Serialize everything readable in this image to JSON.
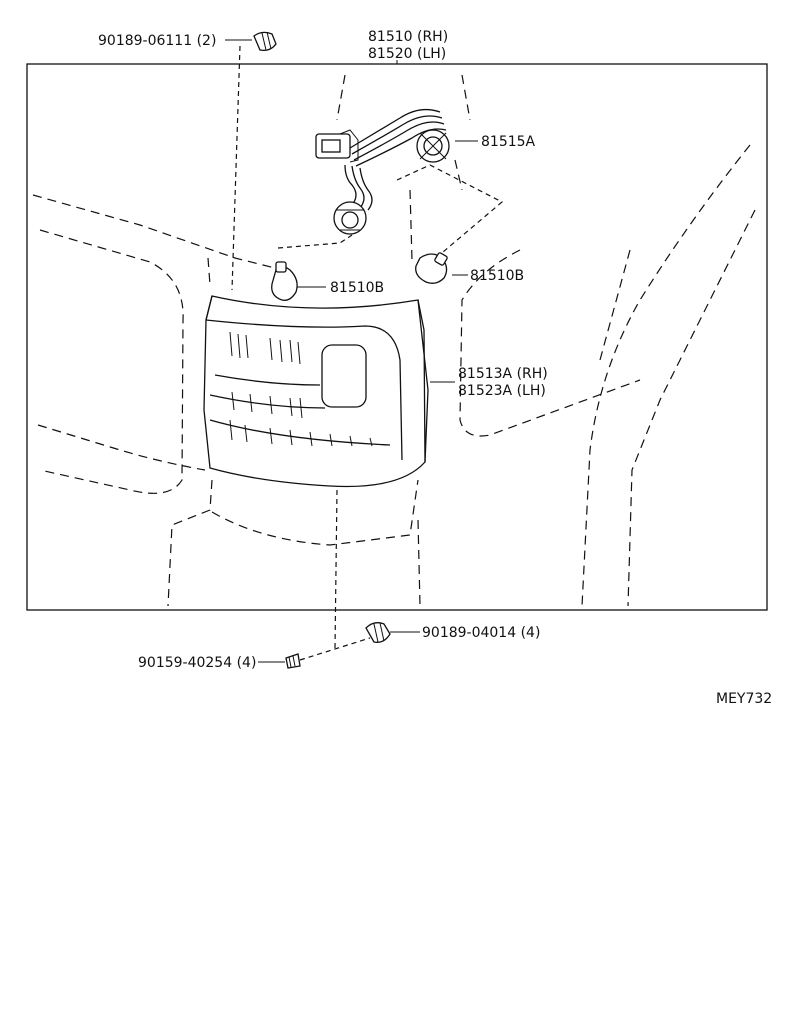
{
  "labels": {
    "clip_top": "90189-06111 (2)",
    "socket_rh": "81510 (RH)",
    "socket_lh": "81520 (LH)",
    "socket_a": "81515A",
    "bulb_b1": "81510B",
    "bulb_b2": "81510B",
    "lens_rh": "81513A (RH)",
    "lens_lh": "81523A (LH)",
    "nut_bottom": "90189-04014 (4)",
    "screw_bottom": "90159-40254 (4)",
    "diagram_code": "MEY732"
  },
  "icons": [
    "clip-icon",
    "bulb-icon",
    "socket-icon",
    "screw-icon",
    "nut-icon",
    "lamp-lens-icon",
    "wire-harness-icon"
  ]
}
